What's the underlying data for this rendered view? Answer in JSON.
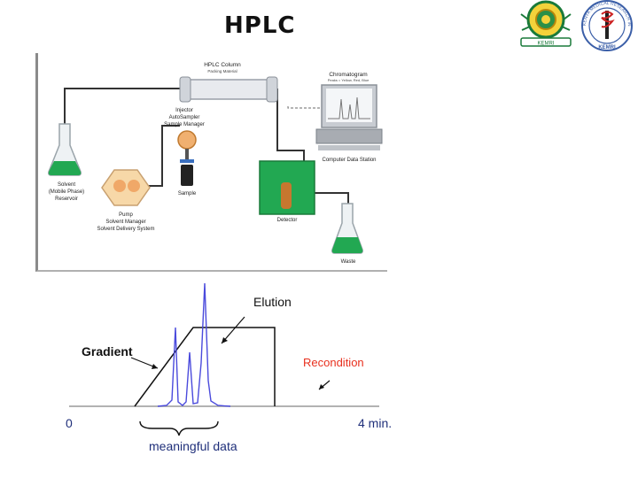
{
  "page": {
    "title": "HPLC"
  },
  "logos": {
    "left_icon": "national-emblem-logo",
    "left_banner": "KEMRI",
    "right_icon": "kemri-caduceus-seal",
    "right_ring": "KENYA MEDICAL RESEARCH INSTITUTE",
    "right_bottom": "KEMRI"
  },
  "schematic": {
    "column_title": "HPLC Column",
    "column_sub": "Packing Material",
    "injector": [
      "Injector",
      "AutoSampler",
      "Sample Manager"
    ],
    "sample": "Sample",
    "solvent": [
      "Solvent",
      "(Mobile Phase)",
      "Reservoir"
    ],
    "pump": [
      "Pump",
      "Solvent Manager",
      "Solvent Delivery System"
    ],
    "chromatogram_title": "Chromatogram",
    "chromatogram_sub": "Peaks = Yellow, Red, Blue",
    "computer": "Computer Data Station",
    "detector": "Detector",
    "waste": "Waste"
  },
  "plot": {
    "elution": "Elution",
    "gradient": "Gradient",
    "recondition": "Recondition",
    "x_start": "0",
    "x_end": "4 min.",
    "meaningful": "meaningful data",
    "colors": {
      "gradient_line": "#111111",
      "peaks": "#4a4adc",
      "recondition": "#e8301e",
      "axis_label": "#1f2f7a"
    }
  }
}
